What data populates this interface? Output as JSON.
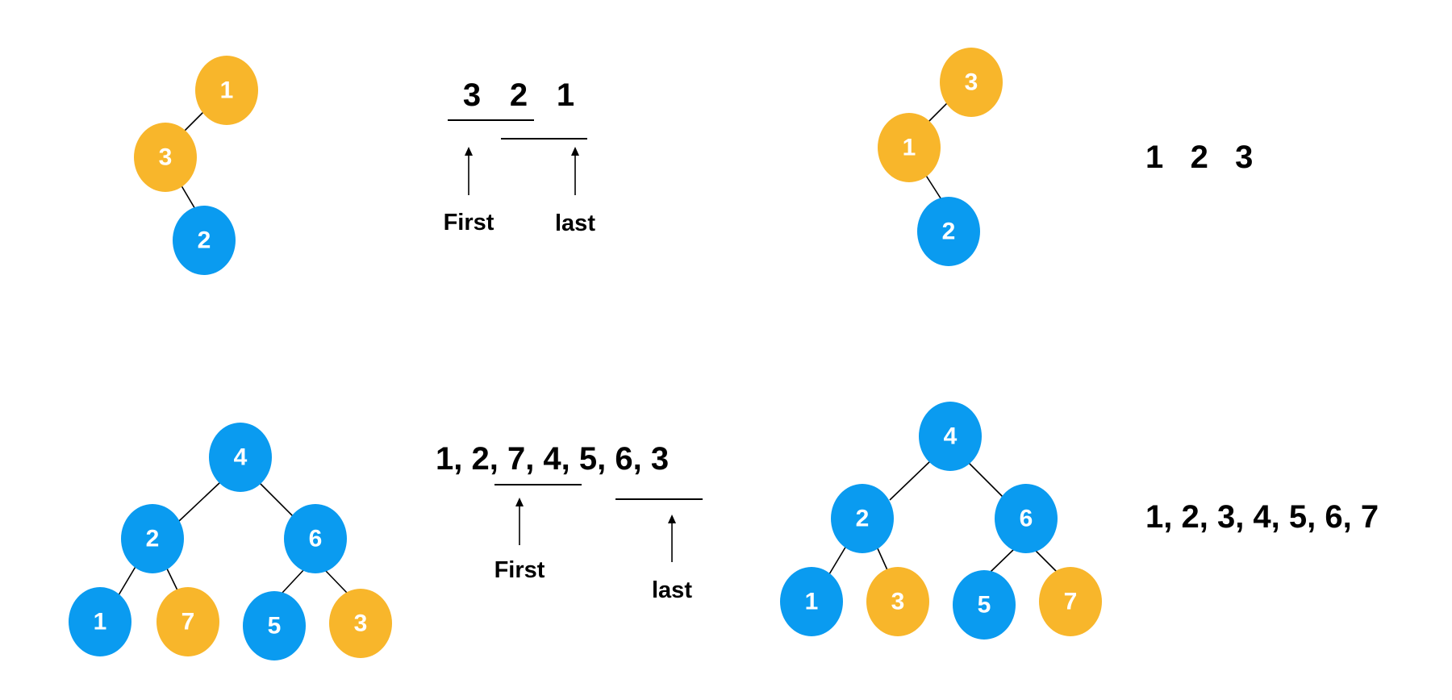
{
  "colors": {
    "swapped": "#F8B62B",
    "normal": "#0A9BF0",
    "node_text": "#FFFFFF",
    "line": "#000000"
  },
  "example1": {
    "tree": {
      "nodes": [
        {
          "id": "n1",
          "label": "1",
          "color": "swapped"
        },
        {
          "id": "n3",
          "label": "3",
          "color": "swapped"
        },
        {
          "id": "n2",
          "label": "2",
          "color": "normal"
        }
      ]
    },
    "inorder": {
      "tokens": [
        "3",
        "2",
        "1"
      ],
      "first_label": "First",
      "last_label": "last"
    },
    "fixed_tree": {
      "nodes": [
        {
          "id": "n3",
          "label": "3",
          "color": "swapped"
        },
        {
          "id": "n1",
          "label": "1",
          "color": "swapped"
        },
        {
          "id": "n2",
          "label": "2",
          "color": "normal"
        }
      ]
    },
    "fixed_inorder": "1   2   3"
  },
  "example2": {
    "tree": {
      "nodes": [
        {
          "id": "n4",
          "label": "4",
          "color": "normal"
        },
        {
          "id": "n2",
          "label": "2",
          "color": "normal"
        },
        {
          "id": "n6",
          "label": "6",
          "color": "normal"
        },
        {
          "id": "n1",
          "label": "1",
          "color": "normal"
        },
        {
          "id": "n7",
          "label": "7",
          "color": "swapped"
        },
        {
          "id": "n5",
          "label": "5",
          "color": "normal"
        },
        {
          "id": "n3",
          "label": "3",
          "color": "swapped"
        }
      ]
    },
    "inorder": {
      "text": "1, 2, 7, 4, 5, 6, 3",
      "first_label": "First",
      "last_label": "last"
    },
    "fixed_tree": {
      "nodes": [
        {
          "id": "n4",
          "label": "4",
          "color": "normal"
        },
        {
          "id": "n2",
          "label": "2",
          "color": "normal"
        },
        {
          "id": "n6",
          "label": "6",
          "color": "normal"
        },
        {
          "id": "n1",
          "label": "1",
          "color": "normal"
        },
        {
          "id": "n3",
          "label": "3",
          "color": "swapped"
        },
        {
          "id": "n5",
          "label": "5",
          "color": "normal"
        },
        {
          "id": "n7",
          "label": "7",
          "color": "swapped"
        }
      ]
    },
    "fixed_inorder": "1, 2, 3, 4, 5, 6, 7"
  }
}
